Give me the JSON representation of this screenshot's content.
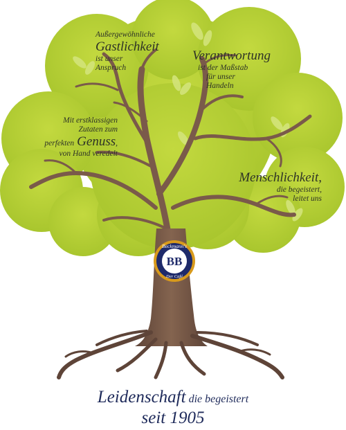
{
  "branches": [
    {
      "id": "gastlichkeit",
      "line1": "Außergewöhnliche",
      "highlight": "Gastlichkeit",
      "line3": "ist unser",
      "line4": "Anspruch"
    },
    {
      "id": "verantwortung",
      "highlight": "Verantwortung",
      "line2": "ist der Maßstab",
      "line3": "für unser",
      "line4": "Handeln"
    },
    {
      "id": "genuss",
      "line1": "Mit erstklassigen",
      "line2": "Zutaten zum",
      "pre": "perfekten",
      "highlight": "Genuss",
      "post": ",",
      "line4": "von Hand veredelt"
    },
    {
      "id": "menschlichkeit",
      "highlight": "Menschlichkeit,",
      "line2": "die begeistert,",
      "line3": "leitet uns"
    }
  ],
  "seal": {
    "top_text": "Beckmann's",
    "monogram": "BB",
    "bottom_text": "Der Café"
  },
  "tagline": {
    "lead": "Leidenschaft",
    "rest": "die begeistert",
    "line2": "seit 1905"
  },
  "colors": {
    "foliage": "#b5cf34",
    "trunk": "#7a5a4a",
    "text": "#2e3326",
    "tagline": "#1e2a5a",
    "seal_gold": "#d89a1c",
    "seal_navy": "#1e2a6a"
  }
}
